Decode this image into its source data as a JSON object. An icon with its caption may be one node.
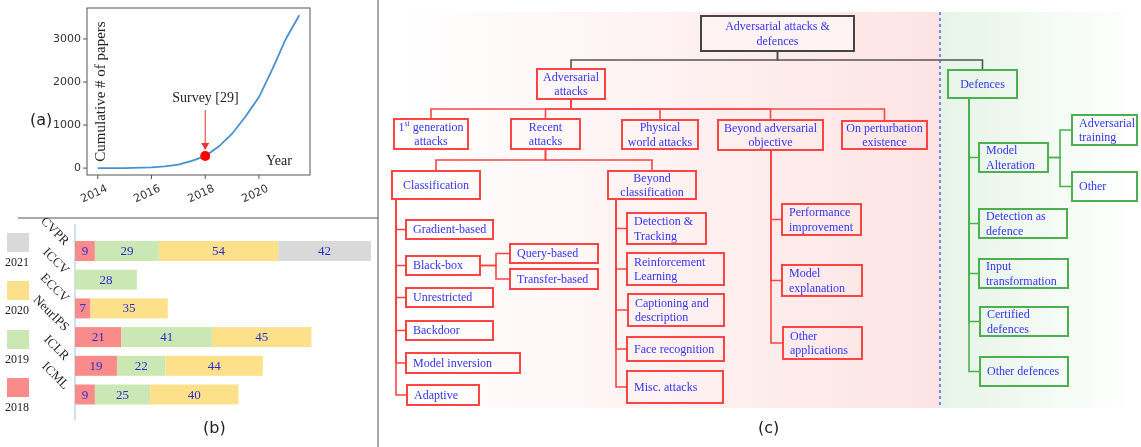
{
  "diagram": {
    "nodes": [
      {
        "text": [
          "Adversarial attacks & defences"
        ]
      },
      {
        "text": [
          "Adversarial attacks"
        ]
      },
      {
        "text": [
          "Defences"
        ]
      },
      {
        "text": [
          "1$^{st}$ generation attacks"
        ]
      },
      {
        "text": [
          "Recent attacks"
        ]
      },
      {
        "text": [
          "Physical world attacks"
        ]
      },
      {
        "text": [
          "Beyond adversarial objective"
        ]
      },
      {
        "text": [
          "On perturbation existence"
        ]
      },
      {
        "text": [
          "Classification"
        ]
      },
      {
        "text": [
          "Beyond classification"
        ]
      },
      {
        "text": [
          "Gradient-based"
        ]
      },
      {
        "text": [
          "Black-box"
        ]
      },
      {
        "text": [
          "Query-based"
        ]
      },
      {
        "text": [
          "Transfer-based"
        ]
      },
      {
        "text": [
          "Unrestricted"
        ]
      },
      {
        "text": [
          "Backdoor"
        ]
      },
      {
        "text": [
          "Model inversion"
        ]
      },
      {
        "text": [
          "Adaptive"
        ]
      },
      {
        "text": [
          "Detection & Tracking"
        ]
      },
      {
        "text": [
          "Reinforcement Learning"
        ]
      },
      {
        "text": [
          "Captioning and description"
        ]
      },
      {
        "text": [
          "Face recognition"
        ]
      },
      {
        "text": [
          "Misc. attacks"
        ]
      },
      {
        "text": [
          "Performance improvement"
        ]
      },
      {
        "text": [
          "Model explanation"
        ]
      },
      {
        "text": [
          "Other applications"
        ]
      },
      {
        "text": [
          "Model Alteration"
        ]
      },
      {
        "text": [
          "Adversarial training"
        ]
      },
      {
        "text": [
          "Other"
        ]
      },
      {
        "text": [
          "Detection as defence"
        ]
      },
      {
        "text": [
          "Input transformation"
        ]
      },
      {
        "text": [
          "Certified defences"
        ]
      },
      {
        "text": [
          "Other defences"
        ]
      }
    ],
    "edges": [
      {
        "from": 0,
        "to": 1,
        "arrow": "none",
        "color": "#555555"
      },
      {
        "from": 0,
        "to": 2,
        "arrow": "none",
        "color": "#555555"
      },
      {
        "from": 1,
        "to": 3,
        "arrow": "none"
      },
      {
        "from": 1,
        "to": 4,
        "arrow": "none"
      },
      {
        "from": 1,
        "to": 5,
        "arrow": "none"
      },
      {
        "from": 1,
        "to": 6,
        "arrow": "none"
      },
      {
        "from": 1,
        "to": 7,
        "arrow": "none"
      },
      {
        "from": 4,
        "to": 8,
        "arrow": "none"
      },
      {
        "from": 4,
        "to": 9,
        "arrow": "none"
      },
      {
        "from": 8,
        "to": 10,
        "arrow": "none"
      },
      {
        "from": 8,
        "to": 11,
        "arrow": "none"
      },
      {
        "from": 11,
        "to": 12,
        "arrow": "none"
      },
      {
        "from": 11,
        "to": 13,
        "arrow": "none"
      },
      {
        "from": 8,
        "to": 14,
        "arrow": "none"
      },
      {
        "from": 8,
        "to": 15,
        "arrow": "none"
      },
      {
        "from": 8,
        "to": 16,
        "arrow": "none"
      },
      {
        "from": 8,
        "to": 17,
        "arrow": "none"
      },
      {
        "from": 9,
        "to": 18,
        "arrow": "none"
      },
      {
        "from": 9,
        "to": 19,
        "arrow": "none"
      },
      {
        "from": 9,
        "to": 20,
        "arrow": "none"
      },
      {
        "from": 9,
        "to": 21,
        "arrow": "none"
      },
      {
        "from": 9,
        "to": 22,
        "arrow": "none"
      },
      {
        "from": 6,
        "to": 23,
        "arrow": "none"
      },
      {
        "from": 6,
        "to": 24,
        "arrow": "none"
      },
      {
        "from": 6,
        "to": 25,
        "arrow": "none"
      },
      {
        "from": 2,
        "to": 26,
        "arrow": "none",
        "color": "#4caf50"
      },
      {
        "from": 26,
        "to": 27,
        "arrow": "none",
        "color": "#4caf50"
      },
      {
        "from": 26,
        "to": 28,
        "arrow": "none",
        "color": "#4caf50"
      },
      {
        "from": 2,
        "to": 29,
        "arrow": "none",
        "color": "#4caf50"
      },
      {
        "from": 2,
        "to": 30,
        "arrow": "none",
        "color": "#4caf50"
      },
      {
        "from": 2,
        "to": 31,
        "arrow": "none",
        "color": "#4caf50"
      },
      {
        "from": 2,
        "to": 32,
        "arrow": "none",
        "color": "#4caf50"
      }
    ],
    "labels": [
      "(a)",
      "(b)",
      "(c)"
    ],
    "chart_data": [
      {
        "type": "line",
        "xlabel": "Year",
        "ylabel": "Cumulative # of papers",
        "x": [
          2014,
          2015,
          2016,
          2016.5,
          2017,
          2017.5,
          2018,
          2018.5,
          2019,
          2019.5,
          2020,
          2020.5,
          2021,
          2021.5
        ],
        "series": [
          {
            "color": "#4a90d0",
            "values": [
              0,
              0,
              20,
              40,
              80,
              170,
              280,
              500,
              800,
              1200,
              1650,
              2300,
              3000,
              3550
            ]
          }
        ],
        "xlim": [
          2013.6,
          2021.9
        ],
        "ylim": [
          -160,
          3720
        ],
        "xticks": [
          2014,
          2016,
          2018,
          2020
        ],
        "yticks": [
          0,
          1000,
          2000,
          3000
        ],
        "annotations": [
          {
            "text": "Survey [29]",
            "x": 2018,
            "y": 280
          }
        ]
      },
      {
        "type": "bar",
        "legend": "left",
        "orientation": "horizontal",
        "stacked": true,
        "data_labels": true,
        "categories": [
          "CVPR",
          "ICCV",
          "ECCV",
          "NeurIPS",
          "ICLR",
          "ICML"
        ],
        "xlim": [
          0,
          134
        ],
        "series": [
          {
            "name": "2018",
            "color": "#f98b8b",
            "values": [
              9,
              null,
              7,
              21,
              19,
              9
            ]
          },
          {
            "name": "2019",
            "color": "#cbe8b4",
            "values": [
              29,
              28,
              null,
              41,
              22,
              25
            ]
          },
          {
            "name": "2020",
            "color": "#fde08a",
            "values": [
              54,
              null,
              35,
              45,
              44,
              40
            ]
          },
          {
            "name": "2021",
            "color": "#d9d9d9",
            "values": [
              42,
              null,
              null,
              null,
              null,
              null
            ]
          }
        ]
      }
    ]
  }
}
